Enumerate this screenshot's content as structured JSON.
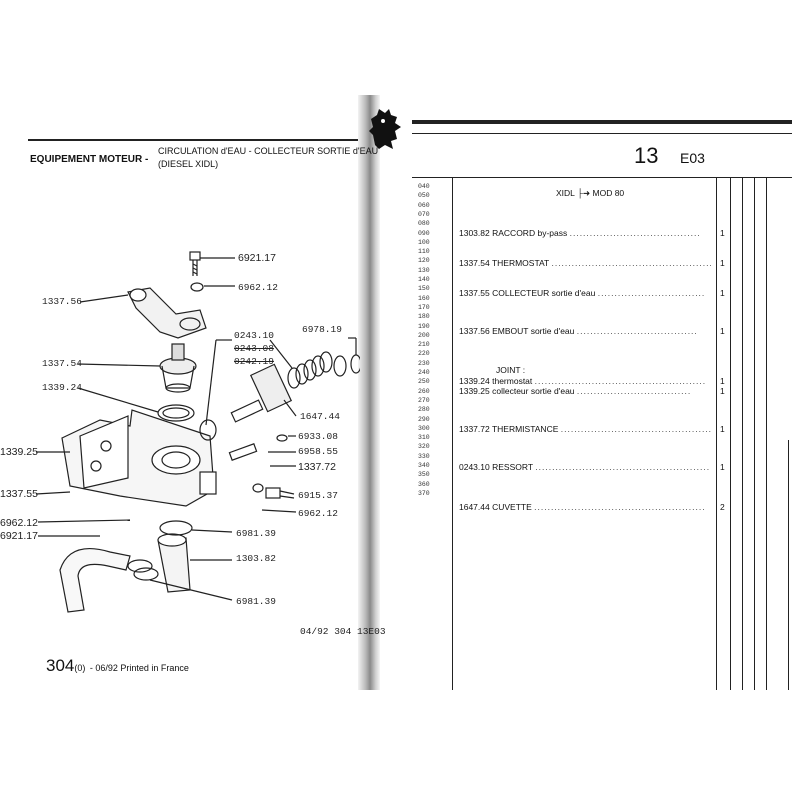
{
  "header": {
    "section": "EQUIPEMENT MOTEUR -",
    "title_line1": "CIRCULATION d'EAU - COLLECTEUR SORTIE d'EAU",
    "title_line2": "(DIESEL XIDL)",
    "group_number": "13",
    "group_code": "E03",
    "logo_icon": "peugeot-lion-logo"
  },
  "diagram": {
    "labels": [
      "6921.17",
      "6962.12",
      "1337.56",
      "0243.10",
      "0243.08",
      "0242.19",
      "6978.19",
      "1337.54",
      "1339.24",
      "1647.44",
      "6933.08",
      "6958.55",
      "1339.25",
      "1337.72",
      "1337.55",
      "6915.37",
      "6962.12",
      "6962.12",
      "6921.17",
      "6981.39",
      "1303.82",
      "6981.39"
    ],
    "footer_code": "04/92 304 13E03"
  },
  "footer": {
    "page_number": "304",
    "page_suffix": "(0)",
    "print_note": "- 06/92 Printed in France"
  },
  "table": {
    "header_model": "XIDL",
    "header_model_to": "MOD 80",
    "ref_numbers": [
      "040",
      "050",
      "060",
      "070",
      "080",
      "090",
      "100",
      "110",
      "120",
      "130",
      "140",
      "150",
      "160",
      "170",
      "180",
      "190",
      "200",
      "210",
      "220",
      "230",
      "240",
      "250",
      "260",
      "270",
      "280",
      "290",
      "300",
      "310",
      "320",
      "330",
      "340",
      "350",
      "360",
      "370"
    ],
    "rows": [
      {
        "code": "1303.82",
        "name": "RACCORD",
        "detail": "by-pass",
        "qty": "1"
      },
      {
        "code": "1337.54",
        "name": "THERMOSTAT",
        "detail": "",
        "qty": "1"
      },
      {
        "code": "1337.55",
        "name": "COLLECTEUR",
        "detail": "sortie d'eau",
        "qty": "1"
      },
      {
        "code": "1337.56",
        "name": "EMBOUT",
        "detail": "sortie d'eau",
        "qty": "1"
      },
      {
        "code": "",
        "name": "JOINT :",
        "detail": "",
        "qty": ""
      },
      {
        "code": "1339.24",
        "name": "",
        "detail": "thermostat",
        "qty": "1"
      },
      {
        "code": "1339.25",
        "name": "",
        "detail": "collecteur sortie d'eau",
        "qty": "1"
      },
      {
        "code": "1337.72",
        "name": "THERMISTANCE",
        "detail": "",
        "qty": "1"
      },
      {
        "code": "0243.10",
        "name": "RESSORT",
        "detail": "",
        "qty": "1"
      },
      {
        "code": "1647.44",
        "name": "CUVETTE",
        "detail": "",
        "qty": "2"
      }
    ]
  }
}
